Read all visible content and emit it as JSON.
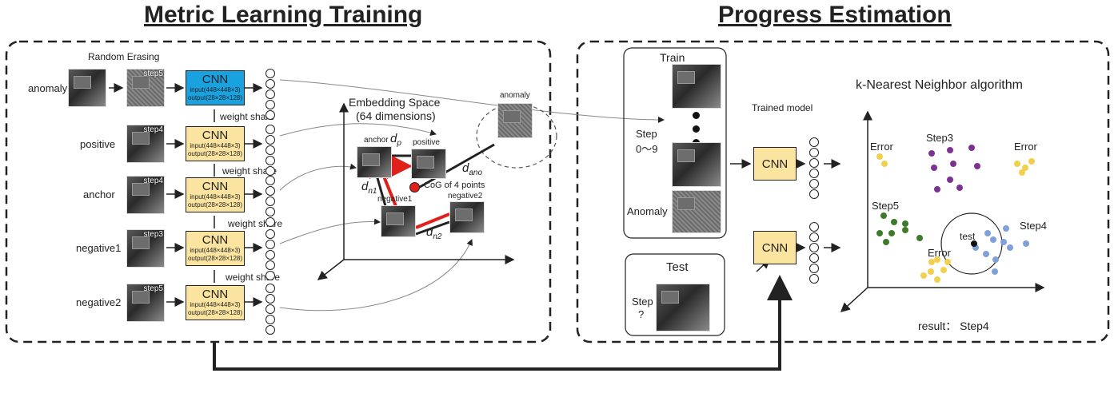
{
  "left_title": "Metric Learning Training",
  "right_title": "Progress Estimation",
  "random_erasing": "Random Erasing",
  "rows": [
    {
      "label": "anomaly",
      "step": "step5",
      "cnn": "CNN",
      "input": "input(448×448×3)",
      "output": "output(28×28×128)"
    },
    {
      "label": "positive",
      "step": "step4",
      "cnn": "CNN",
      "input": "input(448×448×3)",
      "output": "output(28×28×128)"
    },
    {
      "label": "anchor",
      "step": "step4",
      "cnn": "CNN",
      "input": "input(448×448×3)",
      "output": "output(28×28×128)"
    },
    {
      "label": "negative1",
      "step": "step3",
      "cnn": "CNN",
      "input": "input(448×448×3)",
      "output": "output(28×28×128)"
    },
    {
      "label": "negative2",
      "step": "step5",
      "cnn": "CNN",
      "input": "input(448×448×3)",
      "output": "output(28×28×128)"
    }
  ],
  "weight_share": "weight share",
  "embedding": {
    "title1": "Embedding Space",
    "title2": "(64 dimensions)",
    "anomaly": "anomaly",
    "anchor": "anchor",
    "positive": "positive",
    "negative1": "negative1",
    "negative2": "negative2",
    "cog": "CoG of 4 points",
    "dp": "d",
    "dp_sub": "p",
    "dano": "d",
    "dano_sub": "ano",
    "dn1": "d",
    "dn1_sub": "n1",
    "dn2": "d",
    "dn2_sub": "n2"
  },
  "right": {
    "train": "Train",
    "step_range_1": "Step",
    "step_range_2": "0～9",
    "anomaly": "Anomaly",
    "test": "Test",
    "step_q_1": "Step",
    "step_q_2": "?",
    "trained_model": "Trained model",
    "cnn": "CNN",
    "knn_title": "k-Nearest Neighbor algorithm",
    "step3": "Step3",
    "step4": "Step4",
    "step5": "Step5",
    "error": "Error",
    "test_point": "test",
    "result": "result： Step4"
  },
  "colors": {
    "purple": "#7b3294",
    "yellow": "#f2d04e",
    "green": "#3d7a2a",
    "blue": "#7fa0d8",
    "red": "#e0201b",
    "cnn_yellow": "#fbe4a0",
    "cnn_blue": "#1aa2e0"
  }
}
